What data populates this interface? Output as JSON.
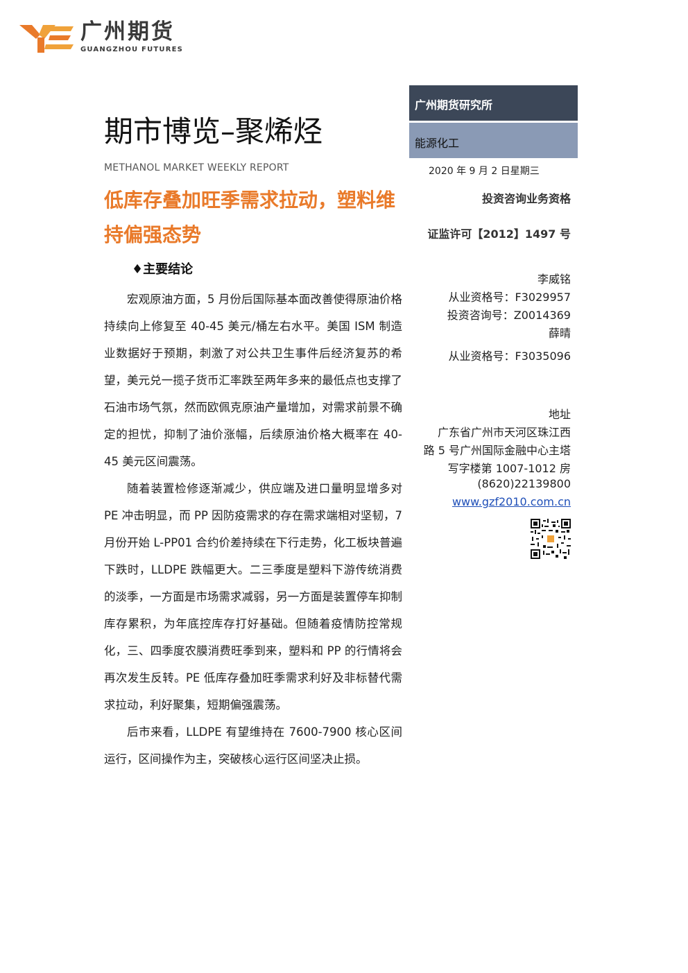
{
  "logo": {
    "cn": "广州期货",
    "en": "GUANGZHOU FUTURES"
  },
  "title": "期市博览–聚烯烃",
  "subtitle_en": "METHANOL MARKET WEEKLY REPORT",
  "headline": "低库存叠加旺季需求拉动，塑料维持偏强态势",
  "section_head": "♦主要结论",
  "paragraphs": [
    "宏观原油方面，5 月份后国际基本面改善使得原油价格持续向上修复至 40-45 美元/桶左右水平。美国 ISM 制造业数据好于预期，刺激了对公共卫生事件后经济复苏的希望，美元兑一揽子货币汇率跌至两年多来的最低点也支撑了石油市场气氛，然而欧佩克原油产量增加，对需求前景不确定的担忧，抑制了油价涨幅，后续原油价格大概率在 40-45 美元区间震荡。",
    "随着装置检修逐渐减少，供应端及进口量明显增多对PE 冲击明显，而 PP 因防疫需求的存在需求端相对坚韧，7 月份开始 L-PP01 合约价差持续在下行走势，化工板块普遍下跌时，LLDPE 跌幅更大。二三季度是塑料下游传统消费的淡季，一方面是市场需求减弱，另一方面是装置停车抑制库存累积，为年底控库存打好基础。但随着疫情防控常规化，三、四季度农膜消费旺季到来，塑料和 PP 的行情将会再次发生反转。PE 低库存叠加旺季需求利好及非标替代需求拉动，利好聚集，短期偏强震荡。",
    "后市来看，LLDPE 有望维持在 7600-7900 核心区间运行，区间操作为主，突破核心运行区间坚决止损。"
  ],
  "sidebar": {
    "institute": "广州期货研究所",
    "sector": "能源化工",
    "date": "2020 年 9 月 2 日星期三",
    "qualification": "投资咨询业务资格",
    "license": "证监许可【2012】1497 号",
    "analyst1_name": "李威铭",
    "analyst1_cert": "从业资格号：F3029957",
    "analyst1_invest": "投资咨询号：Z0014369",
    "analyst2_name": "薛晴",
    "analyst2_cert": "从业资格号：F3035096",
    "address_label": "地址",
    "address_line1": "广东省广州市天河区珠江西",
    "address_line2": "路 5 号广州国际金融中心主塔",
    "address_line3": "写字楼第 1007-1012 房",
    "phone": "(8620)22139800",
    "website": "www.gzf2010.com.cn"
  },
  "colors": {
    "accent_orange": "#e97a2a",
    "box_dark": "#3c4758",
    "box_light": "#8a9ab5",
    "link": "#1f4fb8"
  }
}
